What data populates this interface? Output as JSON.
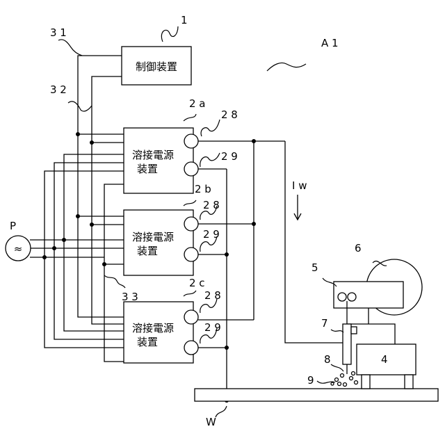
{
  "labels": {
    "ref_1": "1",
    "ref_31": "3 1",
    "ref_32": "3 2",
    "ref_33": "3 3",
    "ref_a1": "A 1",
    "ref_2a": "2 a",
    "ref_2b": "2 b",
    "ref_2c": "2 c",
    "ref_28": "2 8",
    "ref_29": "2 9",
    "ref_p": "P",
    "current": "I w",
    "ref_4": "4",
    "ref_5": "5",
    "ref_6": "6",
    "ref_7": "7",
    "ref_8": "8",
    "ref_9": "9",
    "ref_w": "W"
  },
  "control_device": {
    "label": "制御装置"
  },
  "power_units": [
    {
      "line1": "溶接電源",
      "line2": "装置"
    },
    {
      "line1": "溶接電源",
      "line2": "装置"
    },
    {
      "line1": "溶接電源",
      "line2": "装置"
    }
  ],
  "source_symbol": "≈"
}
